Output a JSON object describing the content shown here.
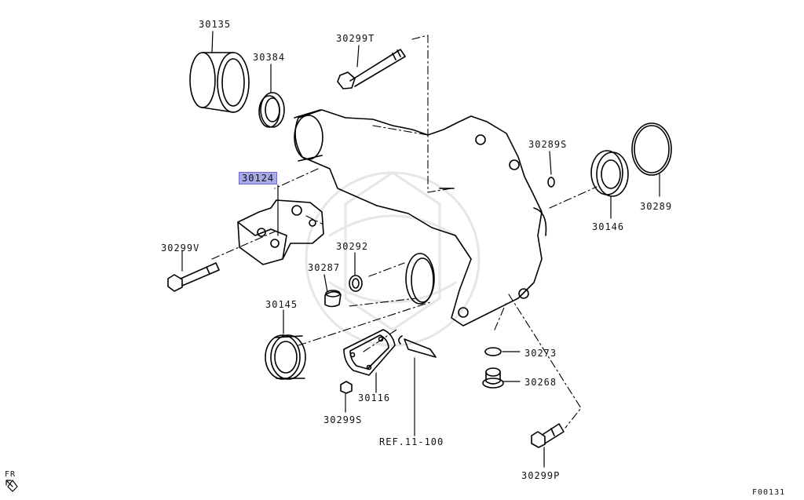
{
  "parts": {
    "p30135": "30135",
    "p30384": "30384",
    "p30299T": "30299T",
    "p30124": "30124",
    "p30299V": "30299V",
    "p30287": "30287",
    "p30292": "30292",
    "p30145": "30145",
    "p30116": "30116",
    "p30299S": "30299S",
    "ref": "REF.11-100",
    "p30289S": "30289S",
    "p30146": "30146",
    "p30289": "30289",
    "p30273": "30273",
    "p30268": "30268",
    "p30299P": "30299P"
  },
  "highlight_color": "#a9a9e8",
  "orientation_label": "FR",
  "figure_code": "F00131"
}
